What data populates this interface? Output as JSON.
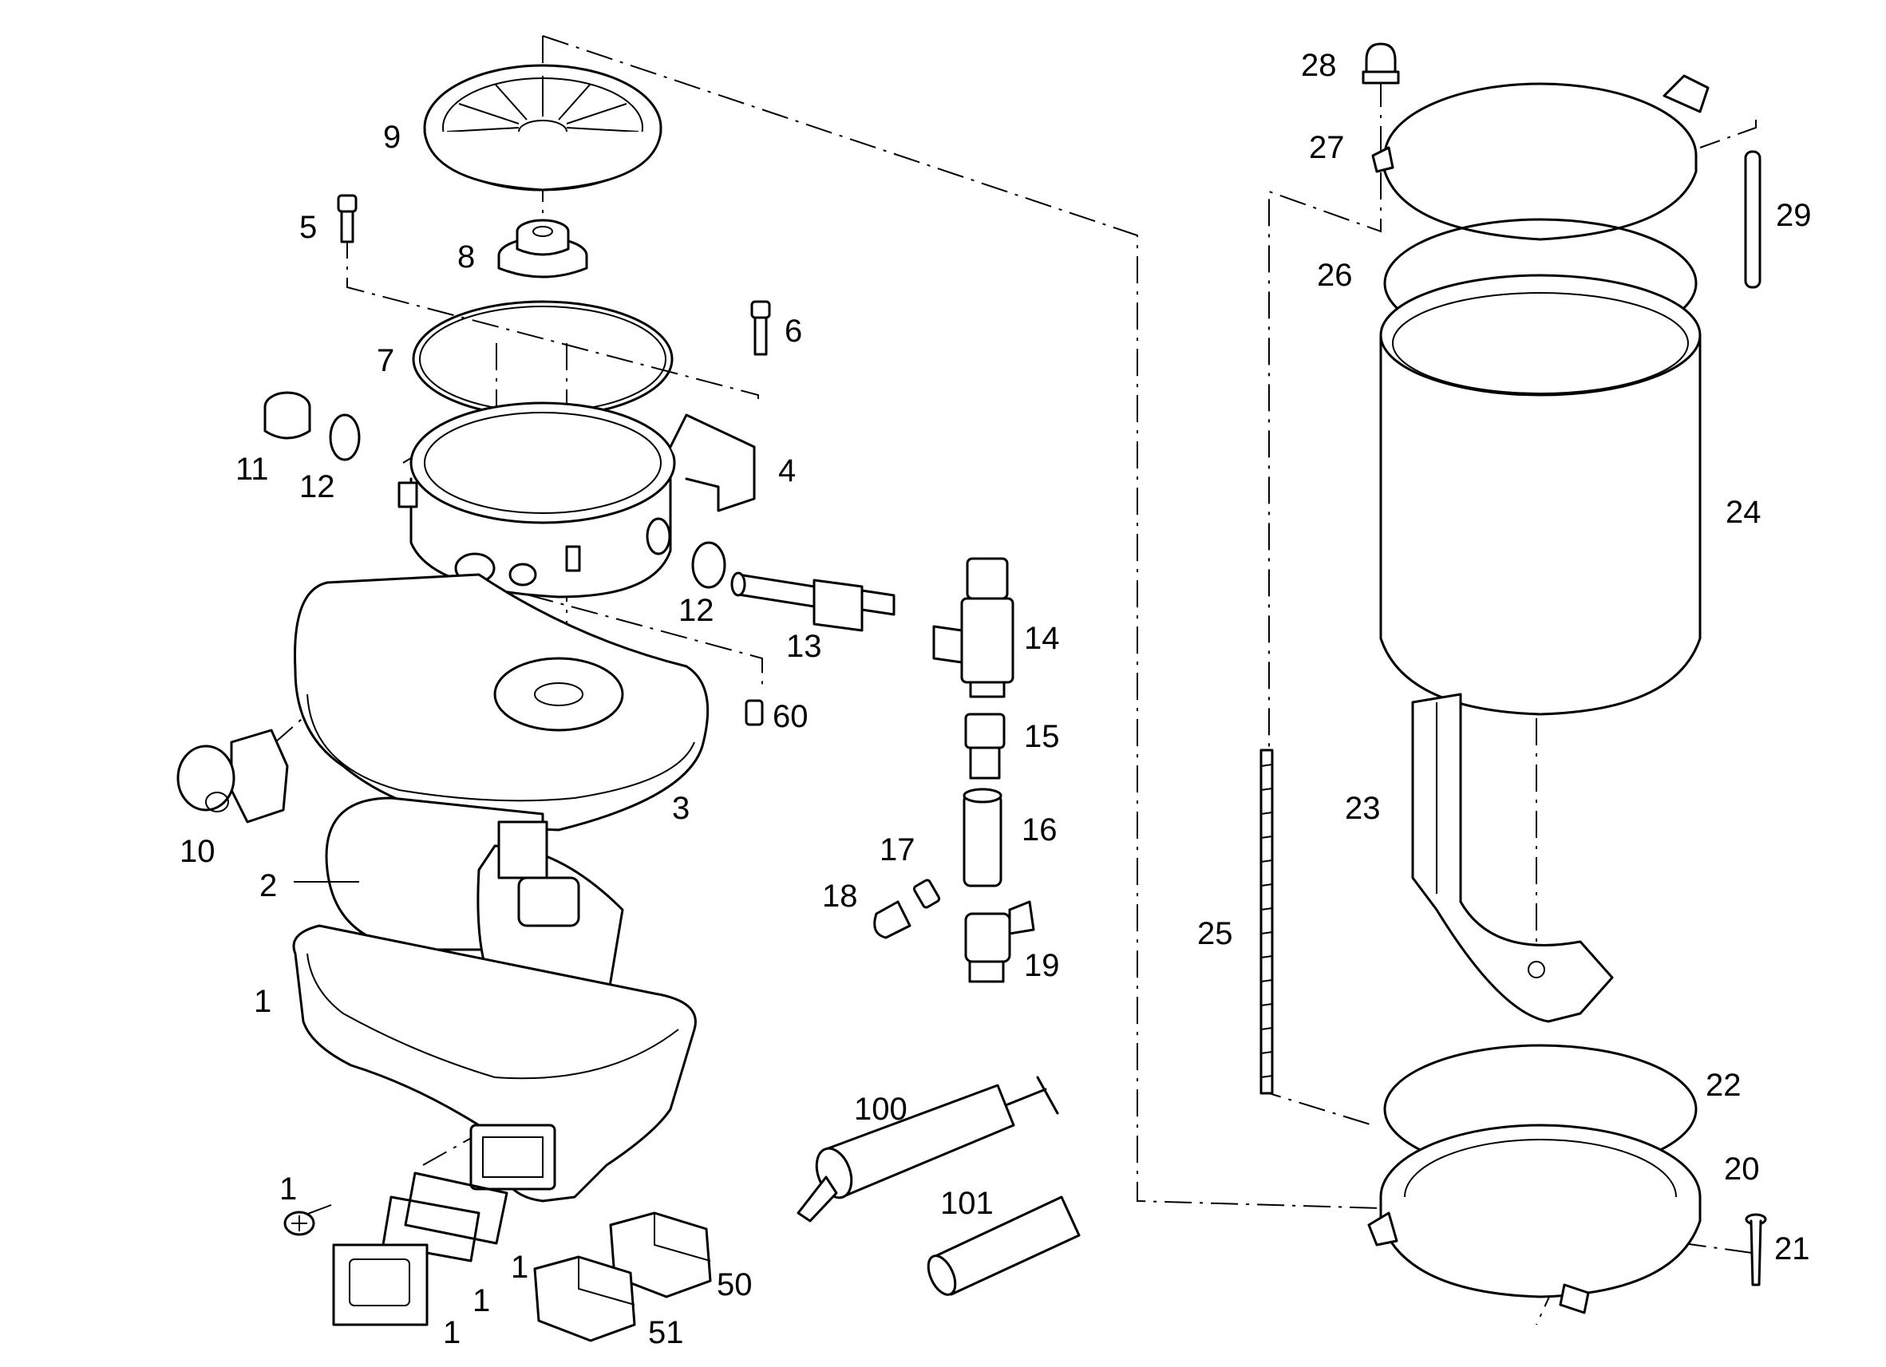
{
  "labels": {
    "l1a": "1",
    "l1b": "1",
    "l1c": "1",
    "l1d": "1",
    "l1e": "1",
    "l2": "2",
    "l3": "3",
    "l4": "4",
    "l5": "5",
    "l6": "6",
    "l7": "7",
    "l8": "8",
    "l9": "9",
    "l10": "10",
    "l11": "11",
    "l12a": "12",
    "l12b": "12",
    "l13": "13",
    "l14": "14",
    "l15": "15",
    "l16": "16",
    "l17": "17",
    "l18": "18",
    "l19": "19",
    "l20": "20",
    "l21": "21",
    "l22": "22",
    "l23": "23",
    "l24": "24",
    "l25": "25",
    "l26": "26",
    "l27": "27",
    "l28": "28",
    "l29": "29",
    "l50": "50",
    "l51": "51",
    "l60": "60",
    "l100": "100",
    "l101": "101"
  }
}
